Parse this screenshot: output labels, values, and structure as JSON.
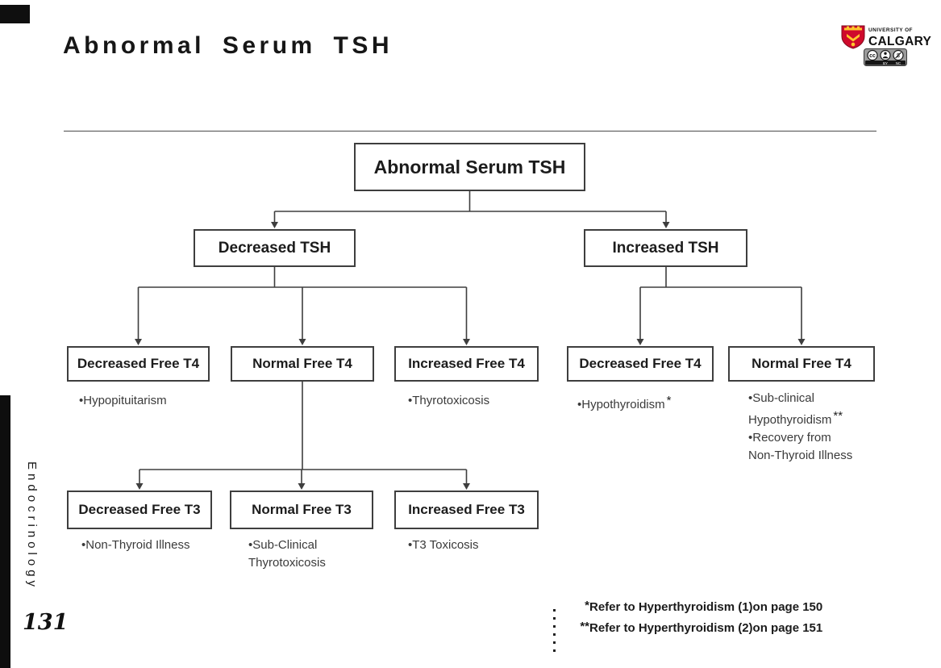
{
  "header": {
    "title": "Abnormal Serum TSH",
    "logo": {
      "line1": "UNIVERSITY OF",
      "line2": "CALGARY",
      "cc": "cc",
      "by": "BY",
      "nc": "NC"
    }
  },
  "sidebar": {
    "section": "Endocrinology",
    "page_number": "131"
  },
  "flowchart": {
    "nodes": {
      "root": {
        "label": "Abnormal Serum TSH"
      },
      "decreased_tsh": {
        "label": "Decreased TSH"
      },
      "increased_tsh": {
        "label": "Increased TSH"
      },
      "decreased_ft4_left": {
        "label": "Decreased Free T4"
      },
      "normal_ft4_left": {
        "label": "Normal Free T4"
      },
      "increased_ft4_left": {
        "label": "Increased Free T4"
      },
      "decreased_ft4_right": {
        "label": "Decreased Free T4"
      },
      "normal_ft4_right": {
        "label": "Normal Free T4"
      },
      "decreased_ft3": {
        "label": "Decreased Free T3"
      },
      "normal_ft3": {
        "label": "Normal Free T3"
      },
      "increased_ft3": {
        "label": "Increased Free T3"
      }
    },
    "annotations": {
      "decreased_ft4_left": {
        "line1": "•Hypopituitarism"
      },
      "increased_ft4_left": {
        "line1": "•Thyrotoxicosis"
      },
      "decreased_ft4_right": {
        "line1": "•Hypothyroidism",
        "marker": "*"
      },
      "normal_ft4_right": {
        "line1": "•Sub-clinical",
        "line2": "Hypothyroidism",
        "marker": "**",
        "line3": "•Recovery from",
        "line4": "Non-Thyroid Illness"
      },
      "decreased_ft3": {
        "line1": "•Non-Thyroid Illness"
      },
      "normal_ft3": {
        "line1": "•Sub-Clinical",
        "line2": "Thyrotoxicosis"
      },
      "increased_ft3": {
        "line1": "•T3 Toxicosis"
      }
    }
  },
  "footnotes": [
    {
      "marker": "*",
      "text": "Refer to Hyperthyroidism (1)on page 150"
    },
    {
      "marker": "**",
      "text": "Refer to Hyperthyroidism (2)on page 151"
    }
  ],
  "colors": {
    "crest_red": "#cf0a2c",
    "crest_gold": "#ffc72c",
    "connector": "#3e3e3e"
  }
}
